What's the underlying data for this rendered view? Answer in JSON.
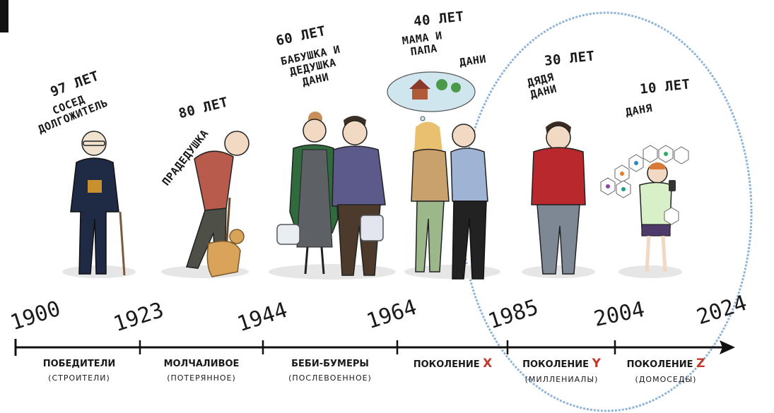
{
  "groups": [
    {
      "age": "97 ЛЕТ",
      "label_line1": "СОСЕД",
      "label_line2": "ДОЛГОЖИТЕЛЬ"
    },
    {
      "age": "80 ЛЕТ",
      "label_line1": "ПРАДЕДУШКА",
      "label_line2": ""
    },
    {
      "age": "60 ЛЕТ",
      "label_line1": "БАБУШКА И",
      "label_line2": "ДЕДУШКА",
      "label_line3": "ДАНИ"
    },
    {
      "age": "40 ЛЕТ",
      "label_line1": "МАМА И",
      "label_line2": "ПАПА",
      "label_line3": "ДАНИ"
    },
    {
      "age": "30 ЛЕТ",
      "label_line1": "ДЯДЯ",
      "label_line2": "ДАНИ"
    },
    {
      "age": "10 ЛЕТ",
      "label_line1": "ДАНЯ",
      "label_line2": ""
    }
  ],
  "years": [
    "1900",
    "1923",
    "1944",
    "1964",
    "1985",
    "2004",
    "2024"
  ],
  "generations": [
    {
      "name": "ПОБЕДИТЕЛИ",
      "sub": "(СТРОИТЕЛИ)",
      "letter": ""
    },
    {
      "name": "МОЛЧАЛИВОЕ",
      "sub": "(ПОТЕРЯННОЕ)",
      "letter": ""
    },
    {
      "name": "БЕБИ-БУМЕРЫ",
      "sub": "(ПОСЛЕВОЕННОЕ)",
      "letter": ""
    },
    {
      "name": "ПОКОЛЕНИЕ",
      "sub": "",
      "letter": "X"
    },
    {
      "name": "ПОКОЛЕНИЕ",
      "sub": "(МИЛЛЕНИАЛЫ)",
      "letter": "Y"
    },
    {
      "name": "ПОКОЛЕНИЕ",
      "sub": "(ДОМОСЕДЫ)",
      "letter": "Z"
    }
  ],
  "colors": {
    "accent_red": "#c0392b",
    "circle_blue": "#8fb4d9",
    "axis": "#111111"
  }
}
